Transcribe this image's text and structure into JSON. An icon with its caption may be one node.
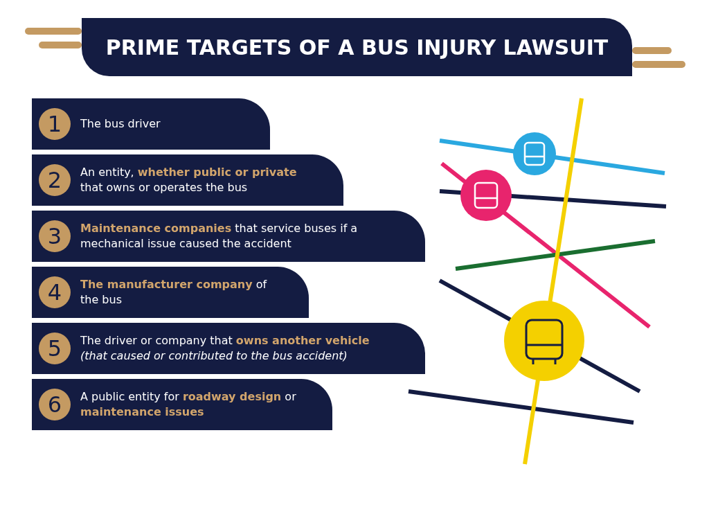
{
  "diagram": {
    "title": "PRIME TARGETS OF A BUS INJURY LAWSUIT",
    "nodes": [
      {
        "text": [
          "1",
          "The bus driver"
        ]
      },
      {
        "text": [
          "2",
          "An entity, **whether public or private** that owns or operates the bus"
        ]
      },
      {
        "text": [
          "3",
          "**Maintenance companies** that service buses if a mechanical issue caused the accident"
        ]
      },
      {
        "text": [
          "4",
          "**The manufacturer company** of the bus"
        ]
      },
      {
        "text": [
          "5",
          "The driver or company that **owns another vehicle** *(that caused or contributed to the bus accident)*"
        ]
      },
      {
        "text": [
          "6",
          "A public entity for **roadway design** or **maintenance issues**"
        ]
      }
    ]
  }
}
